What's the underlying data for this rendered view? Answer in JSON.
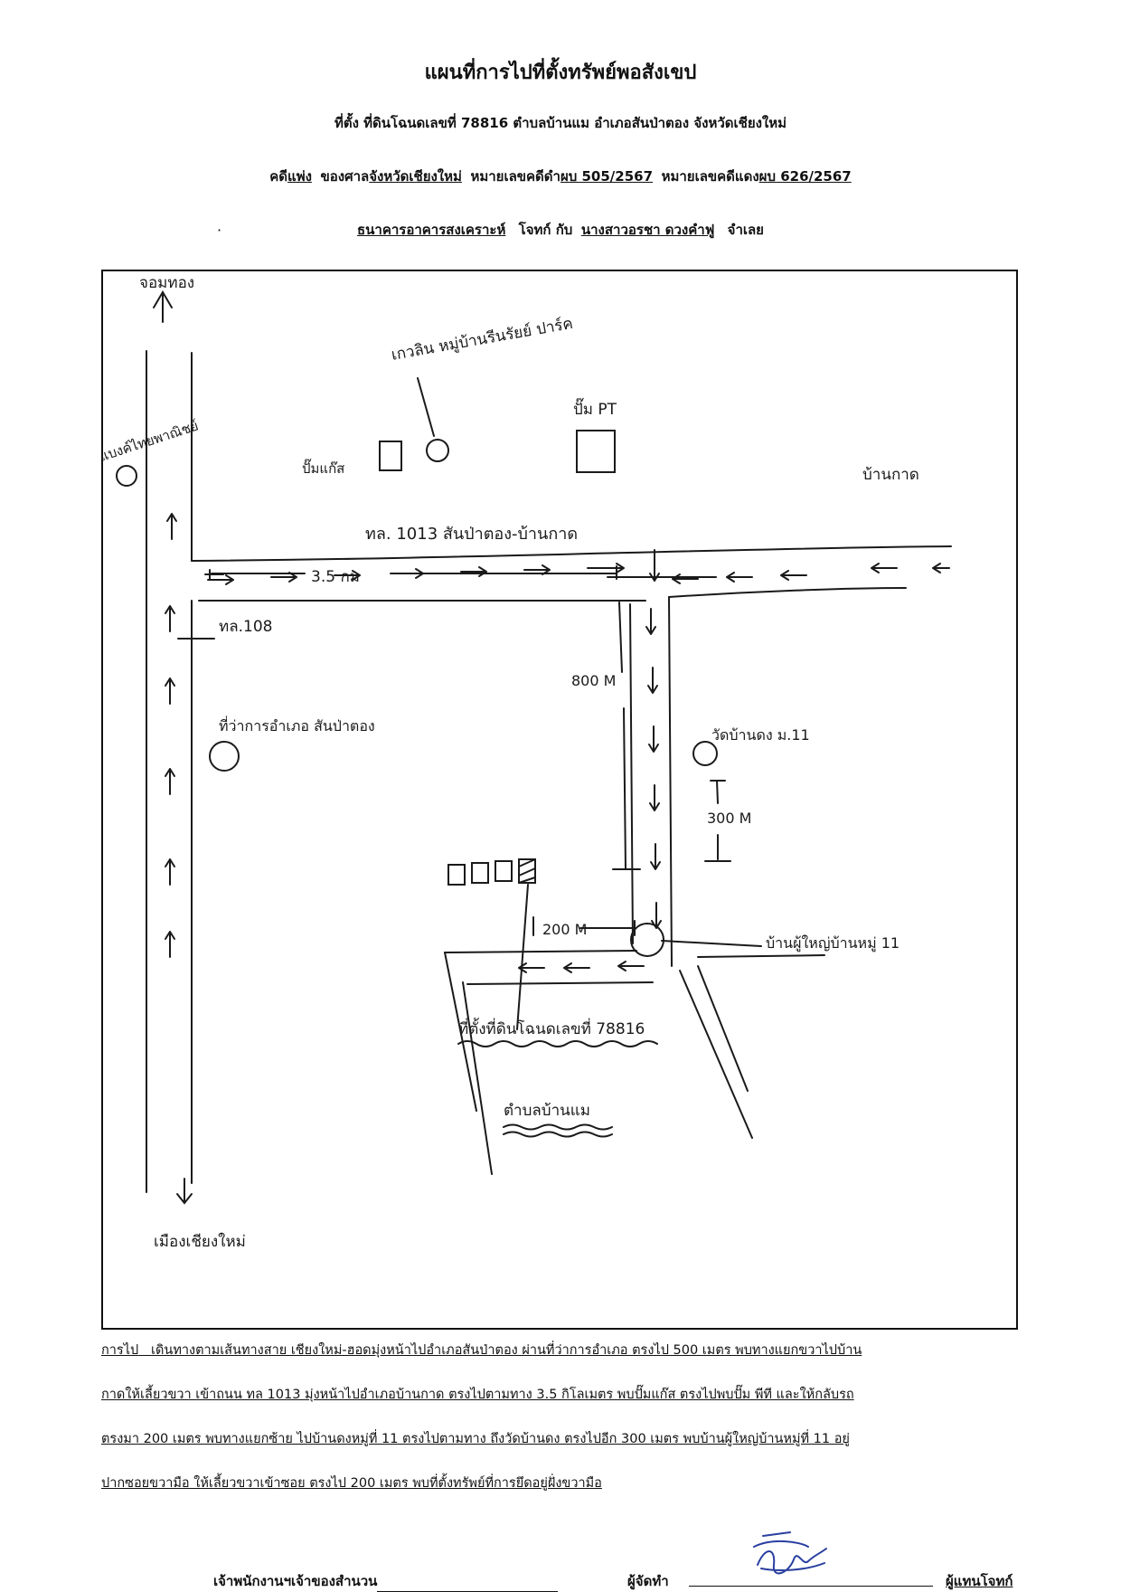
{
  "header": {
    "title": "แผนที่การไปที่ตั้งทรัพย์พอสังเขป",
    "location": "ที่ตั้ง ที่ดินโฉนดเลขที่ 78816 ตำบลบ้านแม อำเภอสันป่าตอง จังหวัดเชียงใหม่",
    "case_prefix": "คดี",
    "case_type": "แพ่ง",
    "court_prefix": "ของศาล",
    "court": "จังหวัดเชียงใหม่",
    "black_no_label": "หมายเลขคดีดำ",
    "black_no": "ผบ 505/2567",
    "red_no_label": "หมายเลขคดีแดง",
    "red_no": "ผบ 626/2567",
    "plaintiff": "ธนาคารอาคารสงเคราะห์",
    "plaintiff_label": "โจทก์ กับ",
    "defendant": "นางสาวอรชา ดวงคำฟู",
    "defendant_label": "จำเลย"
  },
  "map": {
    "labels": {
      "north_top": "จอมทอง",
      "south_bottom": "เมืองเชียงใหม่",
      "east_right": "บ้านกาด",
      "bank": "แบงค์ไทยพาณิชย์",
      "gas_station": "ปั๊มแก๊ส",
      "pt_station": "ปั๊ม PT",
      "village_pointer": "เกวลิน หมู่บ้านรีนรัยย์ ปาร์ค",
      "road_1013": "ทล. 1013 สันป่าตอง-บ้านกาด",
      "distance_35": "3.5 กม",
      "road_108": "ทล.108",
      "district_office": "ที่ว่าการอำเภอ สันป่าตอง",
      "distance_800": "800 M",
      "temple": "วัดบ้านดง ม.11",
      "distance_300": "300 M",
      "distance_200": "200 M",
      "headman_house": "บ้านผู้ใหญ่บ้านหมู่ 11",
      "property": "ที่ตั้งที่ดินโฉนดเลขที่ 78816",
      "subdistrict": "ตำบลบ้านแม"
    }
  },
  "directions": {
    "label": "การไป",
    "lines": [
      "เดินทางตามเส้นทางสาย เชียงใหม่-ฮอดมุ่งหน้าไปอำเภอสันป่าตอง ผ่านที่ว่าการอำเภอ ตรงไป 500 เมตร พบทางแยกขวาไปบ้าน",
      "กาดให้เลี้ยวขวา เข้าถนน ทล 1013 มุ่งหน้าไปอำเภอบ้านกาด ตรงไปตามทาง 3.5 กิโลเมตร พบปั๊มแก๊ส ตรงไปพบปั๊ม พีที และให้กลับรถ",
      "ตรงมา 200 เมตร พบทางแยกซ้าย ไปบ้านดงหมู่ที่ 11 ตรงไปตามทาง ถึงวัดบ้านดง ตรงไปอีก 300 เมตร พบบ้านผู้ใหญ่บ้านหมู่ที่ 11 อยู่",
      "ปากซอยขวามือ ให้เลี้ยวขวาเข้าซอย ตรงไป 200 เมตร พบที่ตั้งทรัพย์ที่การยึดอยู่ฝั่งขวามือ"
    ]
  },
  "footer": {
    "officer": "เจ้าพนักงานฯเจ้าของสำนวน",
    "preparer": "ผู้จัดทำ",
    "plaintiff_rep": "ผู้แทนโจทก์"
  }
}
